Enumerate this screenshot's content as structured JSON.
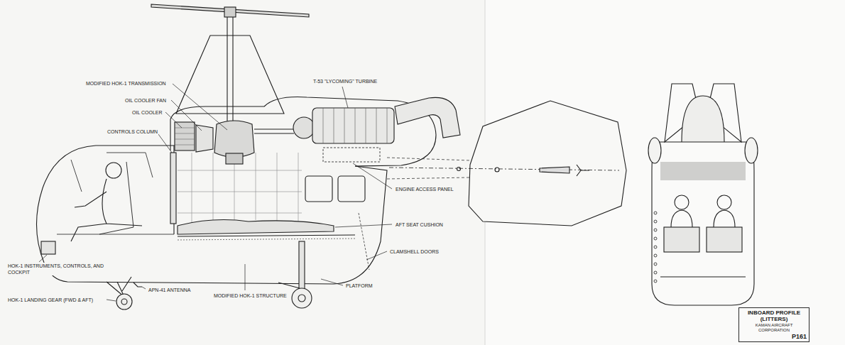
{
  "diagram": {
    "nodes": [
      {
        "text": [
          "INBOARD PROFILE (LITTERS)",
          "KAMAN AIRCRAFT CORPORATION",
          "P161"
        ]
      }
    ],
    "labels": [
      "MODIFIED HOK-1 TRANSMISSION",
      "OIL COOLER FAN",
      "OIL COOLER",
      "CONTROLS COLUMN",
      "T-53 \"LYCOMING\" TURBINE",
      "ENGINE ACCESS PANEL",
      "AFT SEAT CUSHION",
      "CLAMSHELL DOORS",
      "PLATFORM",
      "MODIFIED HOK-1 STRUCTURE",
      "APN-41 ANTENNA",
      "HOK-1 INSTRUMENTS, CONTROLS, AND COCKPIT",
      "HOK-1 LANDING GEAR (FWD & AFT)"
    ]
  }
}
